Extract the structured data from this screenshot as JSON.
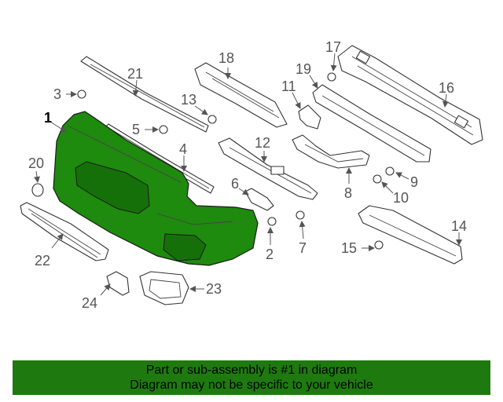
{
  "callouts": {
    "n1": "1",
    "n2": "2",
    "n3": "3",
    "n4": "4",
    "n5": "5",
    "n6": "6",
    "n7": "7",
    "n8": "8",
    "n9": "9",
    "n10": "10",
    "n11": "11",
    "n12": "12",
    "n13": "13",
    "n14": "14",
    "n15": "15",
    "n16": "16",
    "n17": "17",
    "n18": "18",
    "n19": "19",
    "n20": "20",
    "n21": "21",
    "n22": "22",
    "n23": "23",
    "n24": "24"
  },
  "colors": {
    "highlight_part": "#1e8a0e",
    "footer_background": "#1e7a0f"
  },
  "footer": {
    "line1": "Part or sub-assembly is #1 in diagram",
    "line2": "Diagram may not be specific to your vehicle"
  }
}
